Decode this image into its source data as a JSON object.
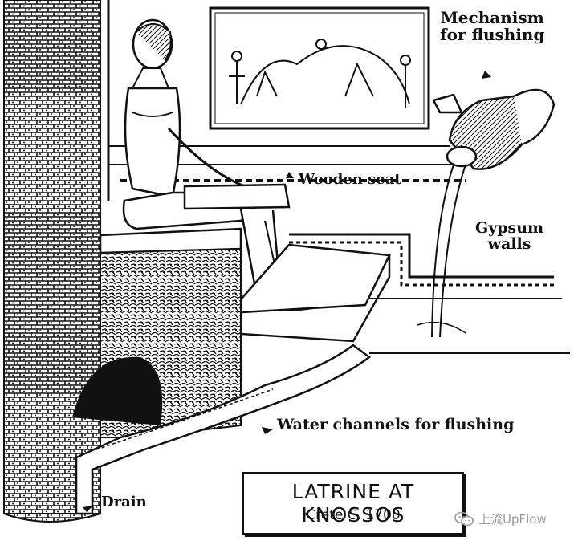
{
  "labels": {
    "mechanism_line1": "Mechanism",
    "mechanism_line2": "for flushing",
    "wooden_seat": "Wooden seat",
    "gypsum_line1": "Gypsum",
    "gypsum_line2": "walls",
    "water_channels": "Water channels for flushing",
    "drain": "Drain"
  },
  "title": {
    "main": "LATRINE AT KNOSSOS",
    "sub": "Crete C. 1700"
  },
  "watermark": {
    "text": "上流UpFlow",
    "icon": "wechat-icon"
  },
  "colors": {
    "ink": "#111111",
    "paper": "#ffffff",
    "watermark": "#999999"
  }
}
